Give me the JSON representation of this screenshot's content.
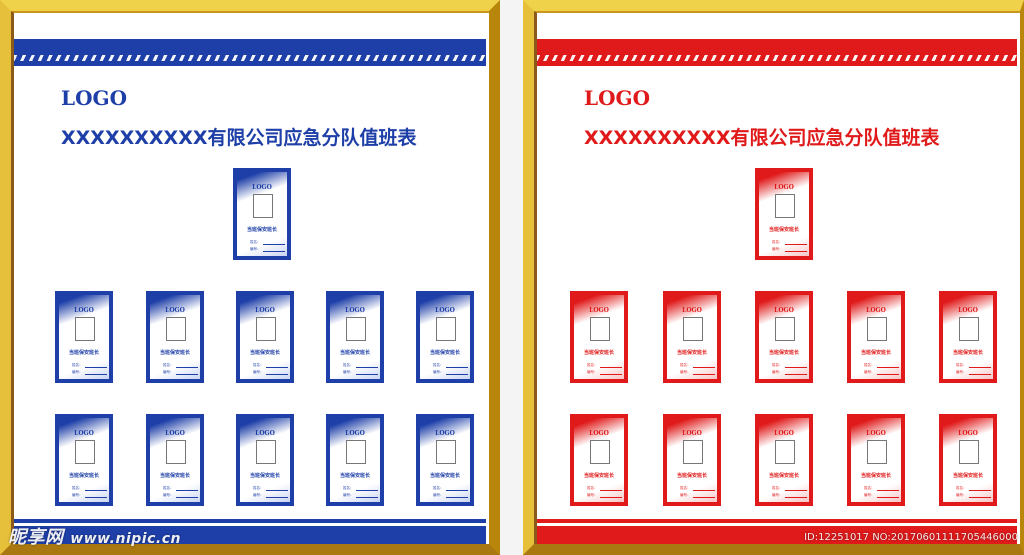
{
  "boards": {
    "blue": {
      "logo": "LOGO",
      "title": "XXXXXXXXXX有限公司应急分队值班表",
      "accent": "#1e3fa8"
    },
    "red": {
      "logo": "LOGO",
      "title": "XXXXXXXXXX有限公司应急分队值班表",
      "accent": "#e01a1a"
    }
  },
  "card": {
    "logo": "LOGO",
    "role": "当班保安班长",
    "name_label": "姓名：",
    "number_label": "编号："
  },
  "watermark": {
    "brand": "昵享网",
    "domain": "www.nipic.cn",
    "image_id": "ID:12251017 NO:20170601111705446000"
  }
}
